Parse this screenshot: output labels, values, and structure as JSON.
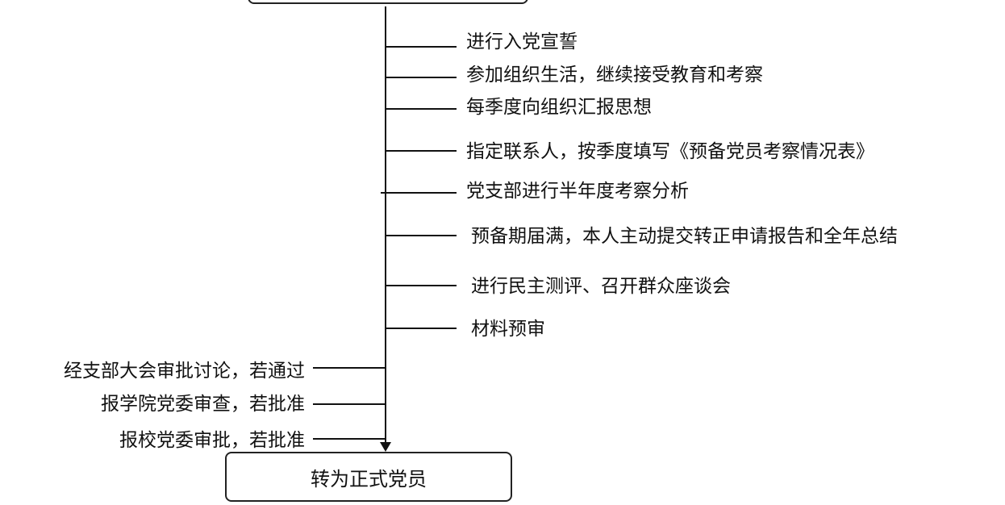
{
  "right_steps": [
    "进行入党宣誓",
    "参加组织生活，继续接受教育和考察",
    "每季度向组织汇报思想",
    "指定联系人，按季度填写《预备党员考察情况表》",
    "党支部进行半年度考察分析",
    "预备期届满，本人主动提交转正申请报告和全年总结",
    "进行民主测评、召开群众座谈会",
    "材料预审"
  ],
  "left_steps": [
    "经支部大会审批讨论，若通过",
    "报学院党委审查，若批准",
    "报校党委审批，若批准"
  ],
  "final_box": "转为正式党员"
}
